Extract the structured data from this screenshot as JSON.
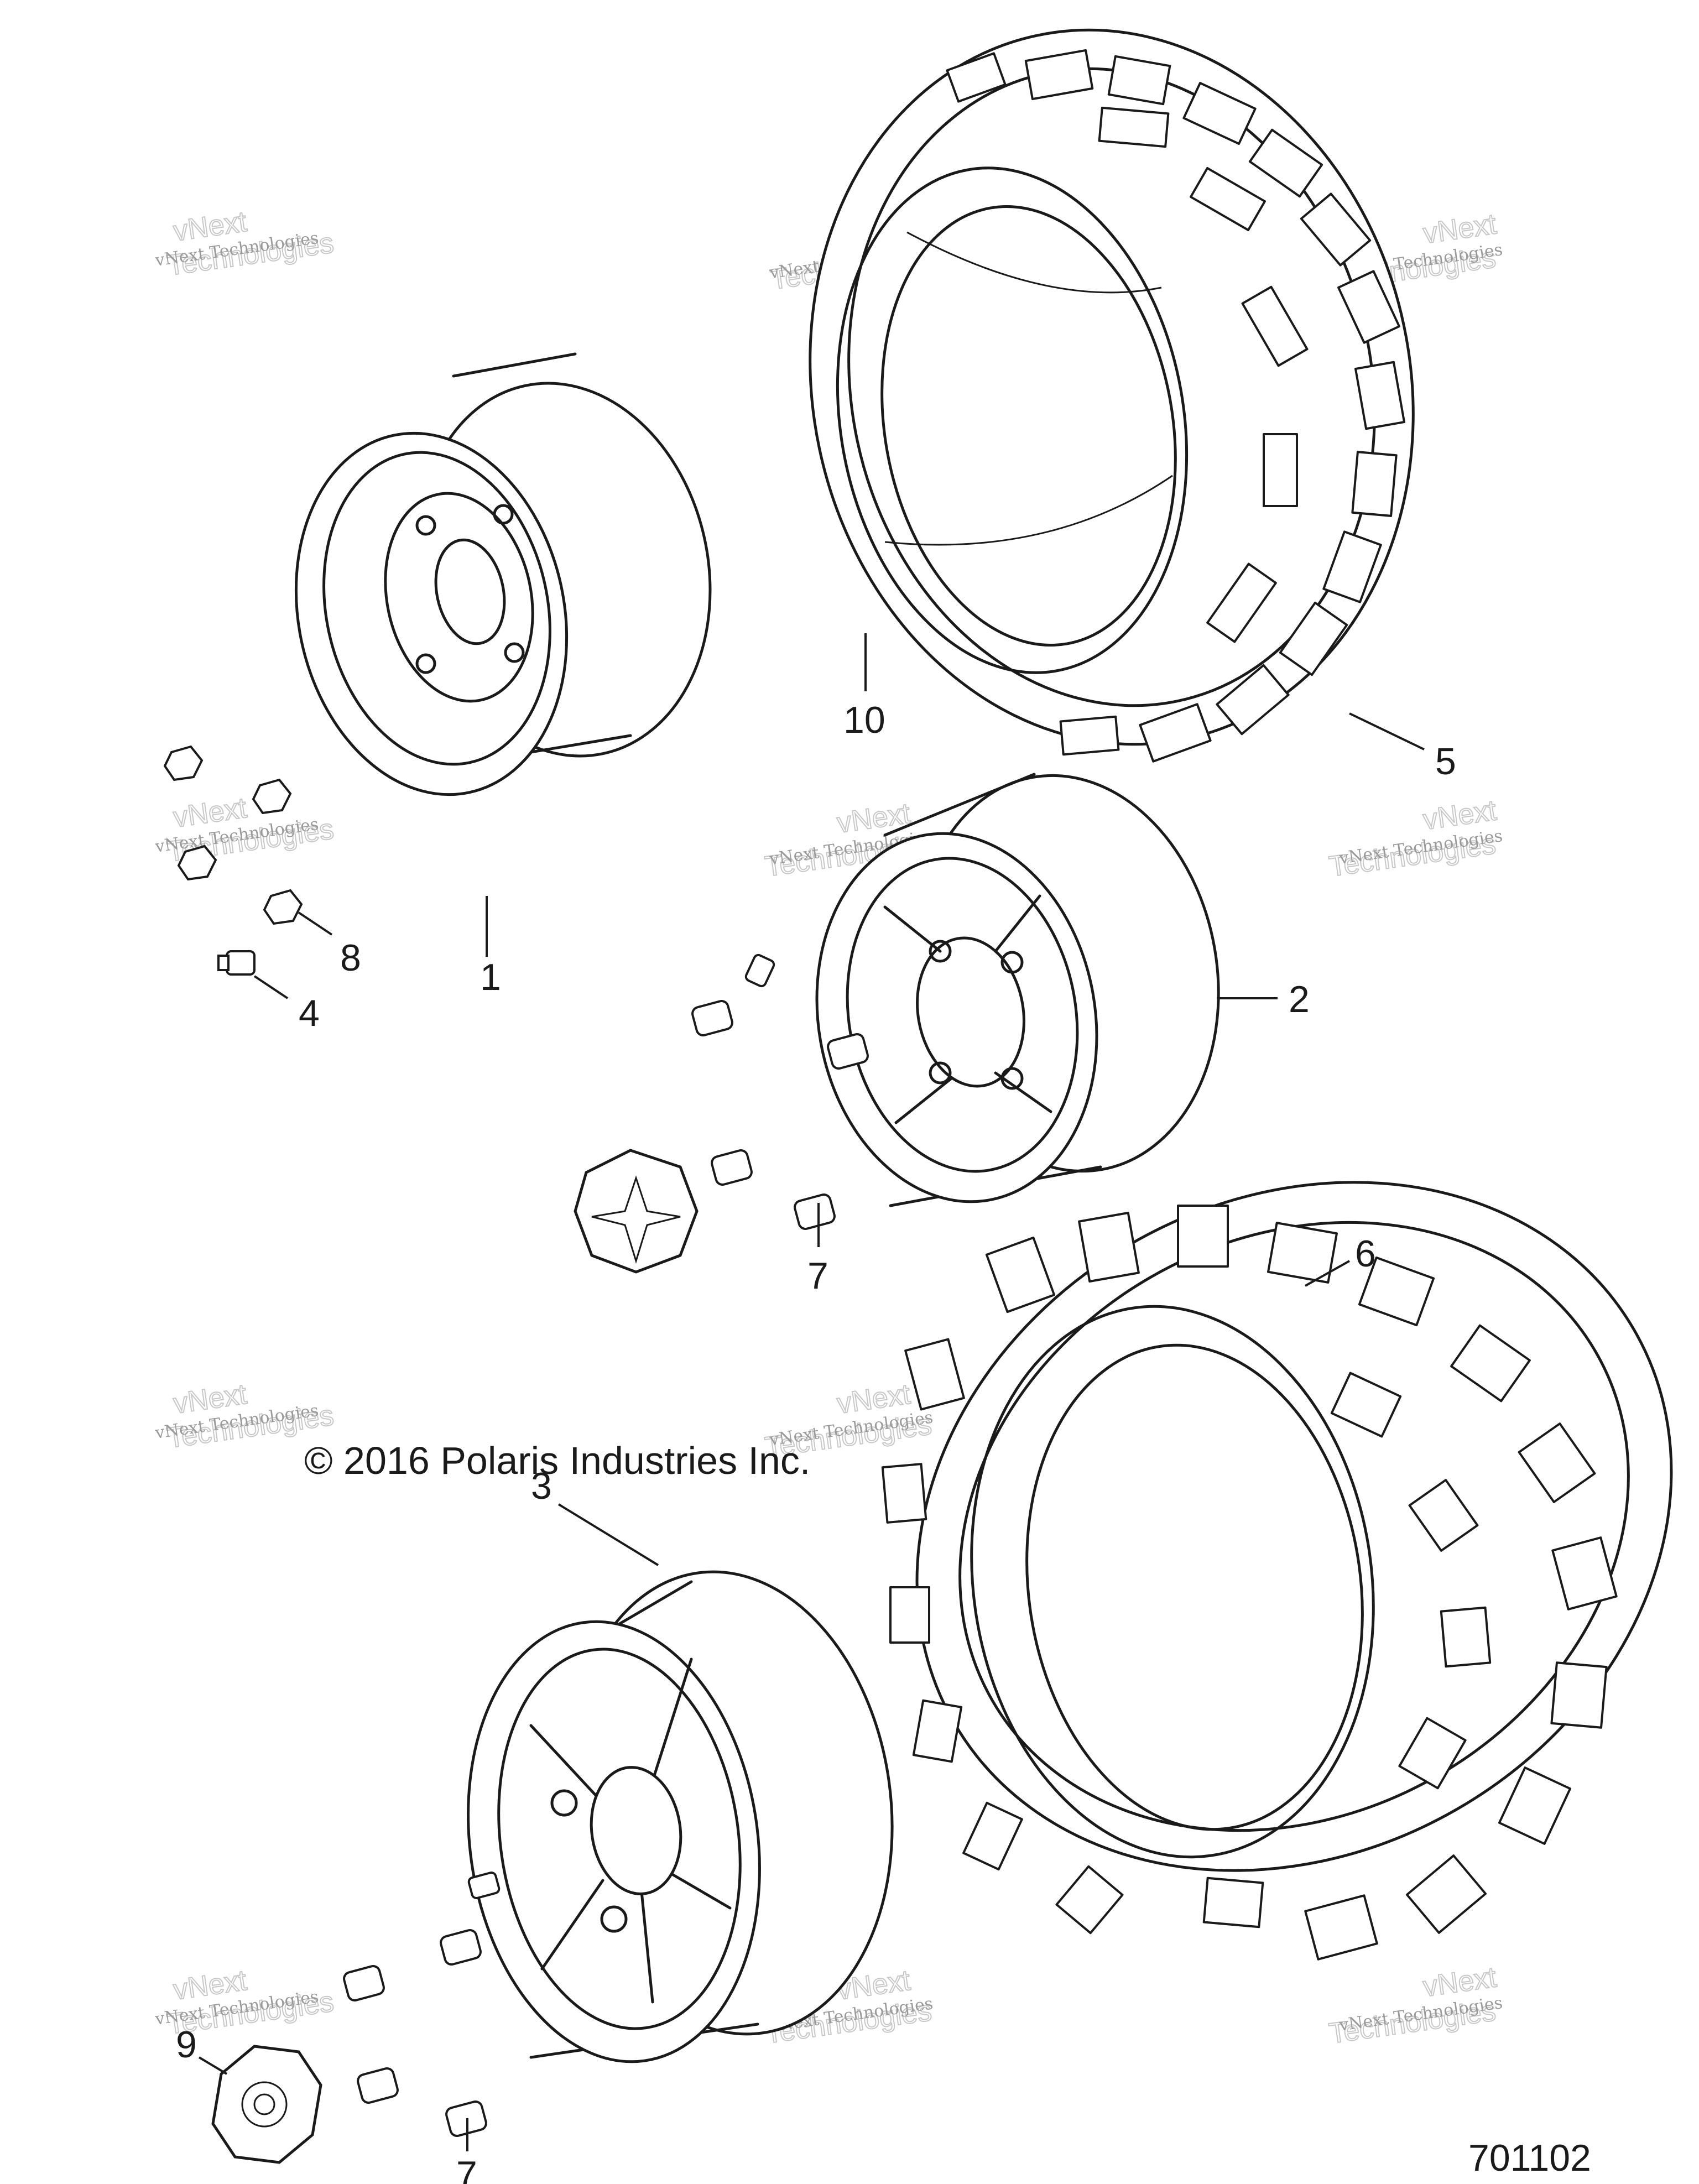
{
  "copyright": "© 2016 Polaris Industries Inc.",
  "diagram_id": "701102",
  "watermark": {
    "line1": "vNext Technologies",
    "line2": "Technologies",
    "line2_prefix": "vNext"
  },
  "callouts": {
    "c1": "1",
    "c2": "2",
    "c3": "3",
    "c4": "4",
    "c5": "5",
    "c6": "6",
    "c7a": "7",
    "c7b": "7",
    "c8": "8",
    "c9": "9",
    "c10": "10"
  }
}
